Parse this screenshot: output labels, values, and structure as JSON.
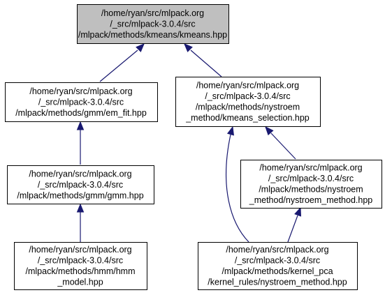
{
  "diagram": {
    "colors": {
      "background": "#ffffff",
      "root_fill": "#bfbfbf",
      "node_fill": "#ffffff",
      "border": "#000000",
      "edge": "#191970",
      "text": "#000000"
    },
    "nodes": [
      {
        "id": "kmeans",
        "name": "node-kmeans-hpp",
        "highlight": true,
        "lines": [
          "/home/ryan/src/mlpack.org",
          "/_src/mlpack-3.0.4/src",
          "/mlpack/methods/kmeans/kmeans.hpp"
        ]
      },
      {
        "id": "em_fit",
        "name": "node-em-fit-hpp",
        "highlight": false,
        "lines": [
          "/home/ryan/src/mlpack.org",
          "/_src/mlpack-3.0.4/src",
          "/mlpack/methods/gmm/em_fit.hpp"
        ]
      },
      {
        "id": "kmeans_selection",
        "name": "node-kmeans-selection-hpp",
        "highlight": false,
        "lines": [
          "/home/ryan/src/mlpack.org",
          "/_src/mlpack-3.0.4/src",
          "/mlpack/methods/nystroem",
          "_method/kmeans_selection.hpp"
        ]
      },
      {
        "id": "gmm",
        "name": "node-gmm-hpp",
        "highlight": false,
        "lines": [
          "/home/ryan/src/mlpack.org",
          "/_src/mlpack-3.0.4/src",
          "/mlpack/methods/gmm/gmm.hpp"
        ]
      },
      {
        "id": "nystroem_method",
        "name": "node-nystroem-method-hpp",
        "highlight": false,
        "lines": [
          "/home/ryan/src/mlpack.org",
          "/_src/mlpack-3.0.4/src",
          "/mlpack/methods/nystroem",
          "_method/nystroem_method.hpp"
        ]
      },
      {
        "id": "hmm_model",
        "name": "node-hmm-model-hpp",
        "highlight": false,
        "lines": [
          "/home/ryan/src/mlpack.org",
          "/_src/mlpack-3.0.4/src",
          "/mlpack/methods/hmm/hmm",
          "_model.hpp"
        ]
      },
      {
        "id": "kernel_rules_nystroem",
        "name": "node-kernel-rules-nystroem-method-hpp",
        "highlight": false,
        "lines": [
          "/home/ryan/src/mlpack.org",
          "/_src/mlpack-3.0.4/src",
          "/mlpack/methods/kernel_pca",
          "/kernel_rules/nystroem_method.hpp"
        ]
      }
    ],
    "edges": [
      {
        "name": "edge-em-fit-to-kmeans",
        "from": "em_fit",
        "to": "kmeans"
      },
      {
        "name": "edge-kmeans-selection-to-kmeans",
        "from": "kmeans_selection",
        "to": "kmeans"
      },
      {
        "name": "edge-gmm-to-em-fit",
        "from": "gmm",
        "to": "em_fit"
      },
      {
        "name": "edge-hmm-model-to-gmm",
        "from": "hmm_model",
        "to": "gmm"
      },
      {
        "name": "edge-nystroem-method-to-kmeans-selection",
        "from": "nystroem_method",
        "to": "kmeans_selection"
      },
      {
        "name": "edge-kernel-rules-to-kmeans-selection",
        "from": "kernel_rules_nystroem",
        "to": "kmeans_selection"
      },
      {
        "name": "edge-kernel-rules-to-nystroem-method",
        "from": "kernel_rules_nystroem",
        "to": "nystroem_method"
      }
    ]
  }
}
